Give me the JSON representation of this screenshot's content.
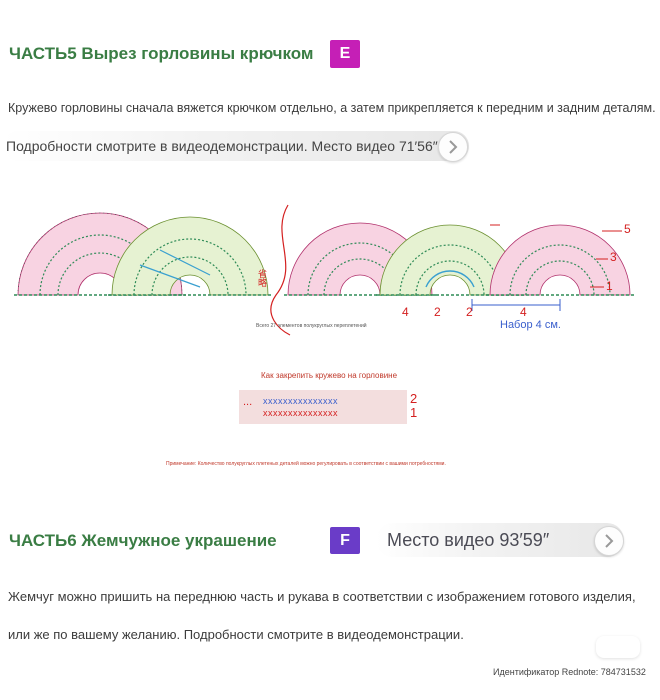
{
  "part5": {
    "title": "ЧАСТЬ5 Вырез горловины крючком",
    "badge": "E",
    "badge_color": "#c51fb6",
    "description": "Кружево горловины сначала вяжется крючком отдельно, а затем прикрепляется к передним и задним деталям.",
    "video_label": "Подробности смотрите в видеодемонстрации. Место видео 71′56″"
  },
  "diagram": {
    "vertical_note": "省略",
    "small_caption": "Всего 27 элементов полукруглых переплетений",
    "row_labels": [
      "5",
      "3",
      "1",
      "4",
      "2",
      "2",
      "4"
    ],
    "dimension_label": "Набор 4 см.",
    "attach_title": "Как закрепить кружево на горловине",
    "attach_dots": "...",
    "attach_row1": "xxxxxxxxxxxxxxx",
    "attach_row2": "xxxxxxxxxxxxxxx",
    "attach_labels": [
      "2",
      "1"
    ],
    "footnote": "Примечание: Количество полукруглых плетеных деталей можно регулировать в соответствии с вашими потребностями."
  },
  "part6": {
    "title": "ЧАСТЬ6 Жемчужное украшение",
    "badge": "F",
    "badge_color": "#6a3cc8",
    "video_label": "Место видео 93′59″",
    "line1": "Жемчуг можно пришить на переднюю часть и рукава в соответствии с изображением готового изделия,",
    "line2": "или же по вашему желанию. Подробности смотрите в видеодемонстрации."
  },
  "footer": {
    "identifier": "Идентификатор Rednote: 784731532"
  },
  "colors": {
    "heading": "#3a7d44",
    "label_red": "#d42020",
    "pink_fill": "#f8d3e2",
    "green_fill": "#e6f2d2",
    "attach_pink": "#f3dede"
  }
}
